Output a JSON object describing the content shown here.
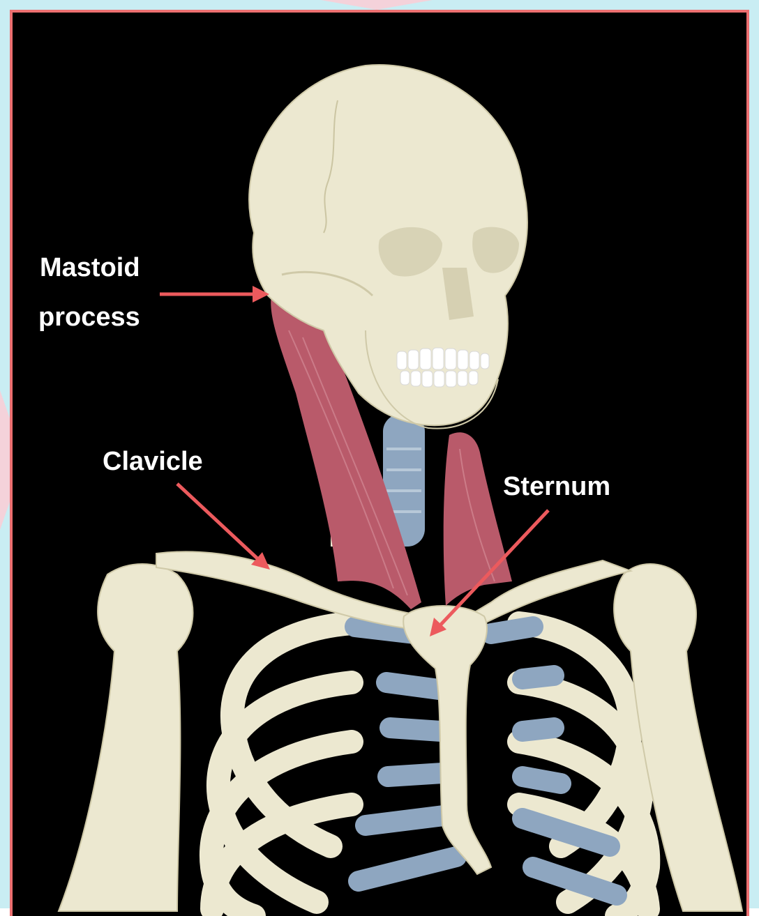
{
  "labels": {
    "mastoid_line1": "Mastoid",
    "mastoid_line2": "process",
    "clavicle": "Clavicle",
    "sternum": "Sternum"
  },
  "colors": {
    "frame_border": "#ec6f70",
    "background_page": "#c9edf3",
    "canvas": "#000000",
    "bone": "#ece8d0",
    "cartilage": "#8ea6c0",
    "muscle": "#b95a6a",
    "arrow": "#ec5a5d",
    "label_text": "#ffffff"
  }
}
